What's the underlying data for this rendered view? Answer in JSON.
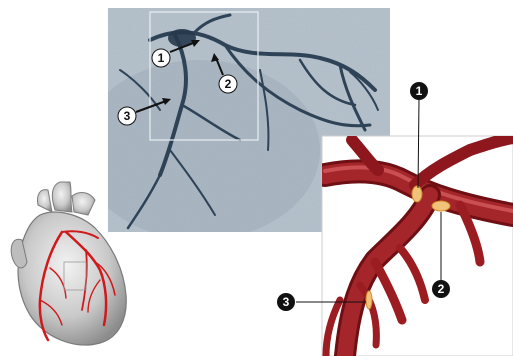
{
  "figure": {
    "angiogram": {
      "markers": [
        {
          "label": "1"
        },
        {
          "label": "2"
        },
        {
          "label": "3"
        }
      ]
    },
    "artery_inset": {
      "markers": [
        {
          "label": "1"
        },
        {
          "label": "2"
        },
        {
          "label": "3"
        }
      ]
    },
    "heart": {}
  },
  "colors": {
    "angiogram_bg": "#b7c2cb",
    "angiogram_dark": "#2b3f55",
    "artery": "#9b1c21",
    "artery_highlight": "#c8474b",
    "plaque": "#f0c27a",
    "heart_body": "#d9d9d9",
    "heart_shade": "#9a9a9a",
    "coronary": "#d0191c",
    "marker_black": "#111111"
  }
}
